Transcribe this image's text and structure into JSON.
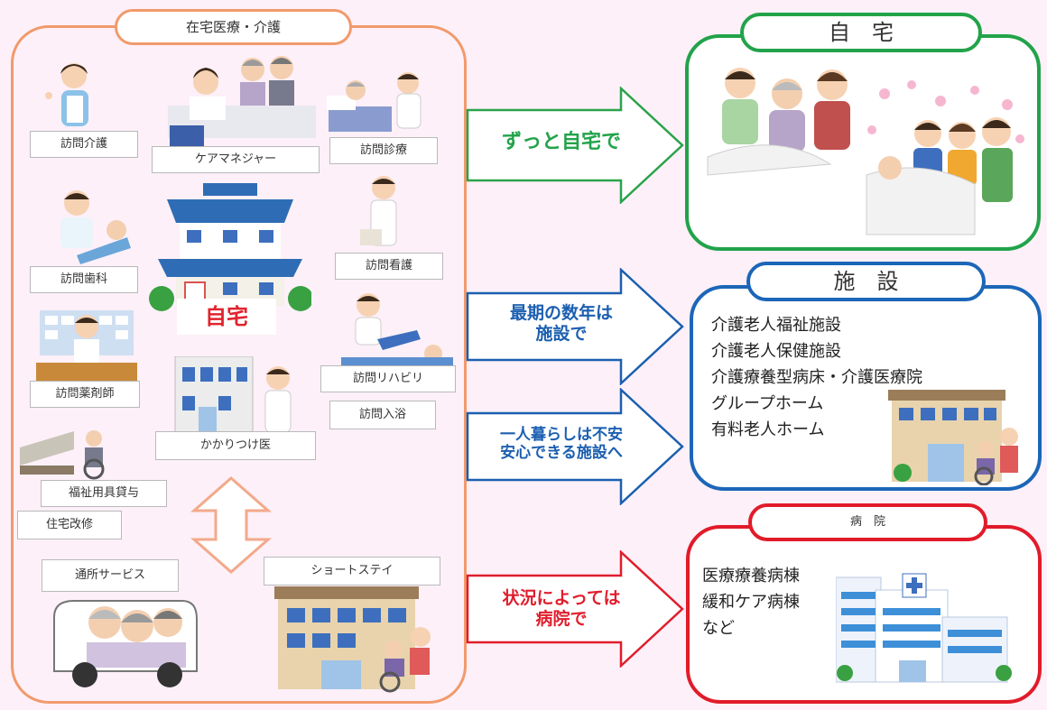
{
  "left_panel": {
    "title": "在宅医療・介護",
    "services": {
      "houmon_kaigo": "訪問介護",
      "care_manager": "ケアマネジャー",
      "houmon_shinryo": "訪問診療",
      "houmon_shika": "訪問歯科",
      "houmon_kango": "訪問看護",
      "houmon_yakuzaishi": "訪問薬剤師",
      "houmon_rehab": "訪問リハビリ",
      "houmon_nyuyoku": "訪問入浴",
      "kakaritsuke": "かかりつけ医",
      "fukushi_yogu": "福祉用具貸与",
      "jutaku_kaishu": "住宅改修",
      "tsusho": "通所サービス",
      "short_stay": "ショートステイ"
    },
    "home_label": "自宅"
  },
  "arrows": [
    {
      "text": [
        "ずっと自宅で"
      ],
      "color": "#22a34a"
    },
    {
      "text": [
        "最期の数年は",
        "施設で"
      ],
      "color": "#1c5fb0"
    },
    {
      "text": [
        "一人暮らしは不安",
        "安心できる施設へ"
      ],
      "color": "#1c5fb0"
    },
    {
      "text": [
        "状況によっては",
        "病院で"
      ],
      "color": "#e01d2c"
    }
  ],
  "destinations": {
    "home": {
      "title": "自　宅",
      "color": "#22a34a"
    },
    "facility": {
      "title": "施　設",
      "color": "#1c66b8",
      "items": [
        "介護老人福祉施設",
        "介護老人保健施設",
        "介護療養型病床・介護医療院",
        "グループホーム",
        "有料老人ホーム"
      ]
    },
    "hospital": {
      "title": "病　院",
      "color": "#e11b2a",
      "items": [
        "医療療養病棟",
        "緩和ケア病棟",
        "など"
      ]
    }
  },
  "colors": {
    "left_border": "#f19a6c",
    "bg": "#fdf0f8",
    "double_arrow": "#f4a98a"
  }
}
